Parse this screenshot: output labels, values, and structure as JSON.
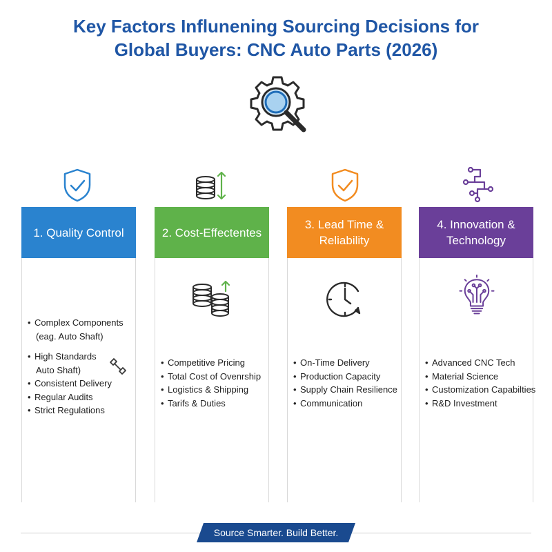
{
  "title": {
    "line1": "Key Factors Influnening Sourcing Decisions for",
    "line2": "Global Buyers: CNC Auto Parts (2026)"
  },
  "hero_icon": "gear-magnifier-icon",
  "columns": [
    {
      "heading": "1. Quality Control",
      "color": "#2a83cf",
      "top_icon": "shield-check-icon",
      "bullets": [
        "Complex Components",
        "(eag. Auto Shaft)",
        "High Standards",
        "Auto Shaft)",
        "Consistent Delivery",
        "Regular Audits",
        "Strict Regulations"
      ]
    },
    {
      "heading": "2. Cost-Effectentes",
      "color": "#5fb24a",
      "top_icon": "coins-arrows-icon",
      "inner_icon": "coins-arrow-icon",
      "bullets": [
        "Competitive Pricing",
        "Total Cost of Ovenrship",
        "Logistics & Shipping",
        "Tarifs & Duties"
      ]
    },
    {
      "heading": "3. Lead Time & Reliability",
      "color": "#f28c21",
      "top_icon": "shield-check-icon",
      "inner_icon": "clock-icon",
      "bullets": [
        "On-Time Delivery",
        "Production Capacity",
        "Supply Chain Resilience",
        "Communication"
      ]
    },
    {
      "heading": "4. Innovation & Technology",
      "color": "#6a3f99",
      "top_icon": "circuit-icon",
      "inner_icon": "lightbulb-circuit-icon",
      "bullets": [
        "Advanced CNC Tech",
        "Material Science",
        "Customization Capabilties",
        "R&D Investment"
      ]
    }
  ],
  "footer": {
    "tagline": "Source Smarter. Build Better."
  }
}
